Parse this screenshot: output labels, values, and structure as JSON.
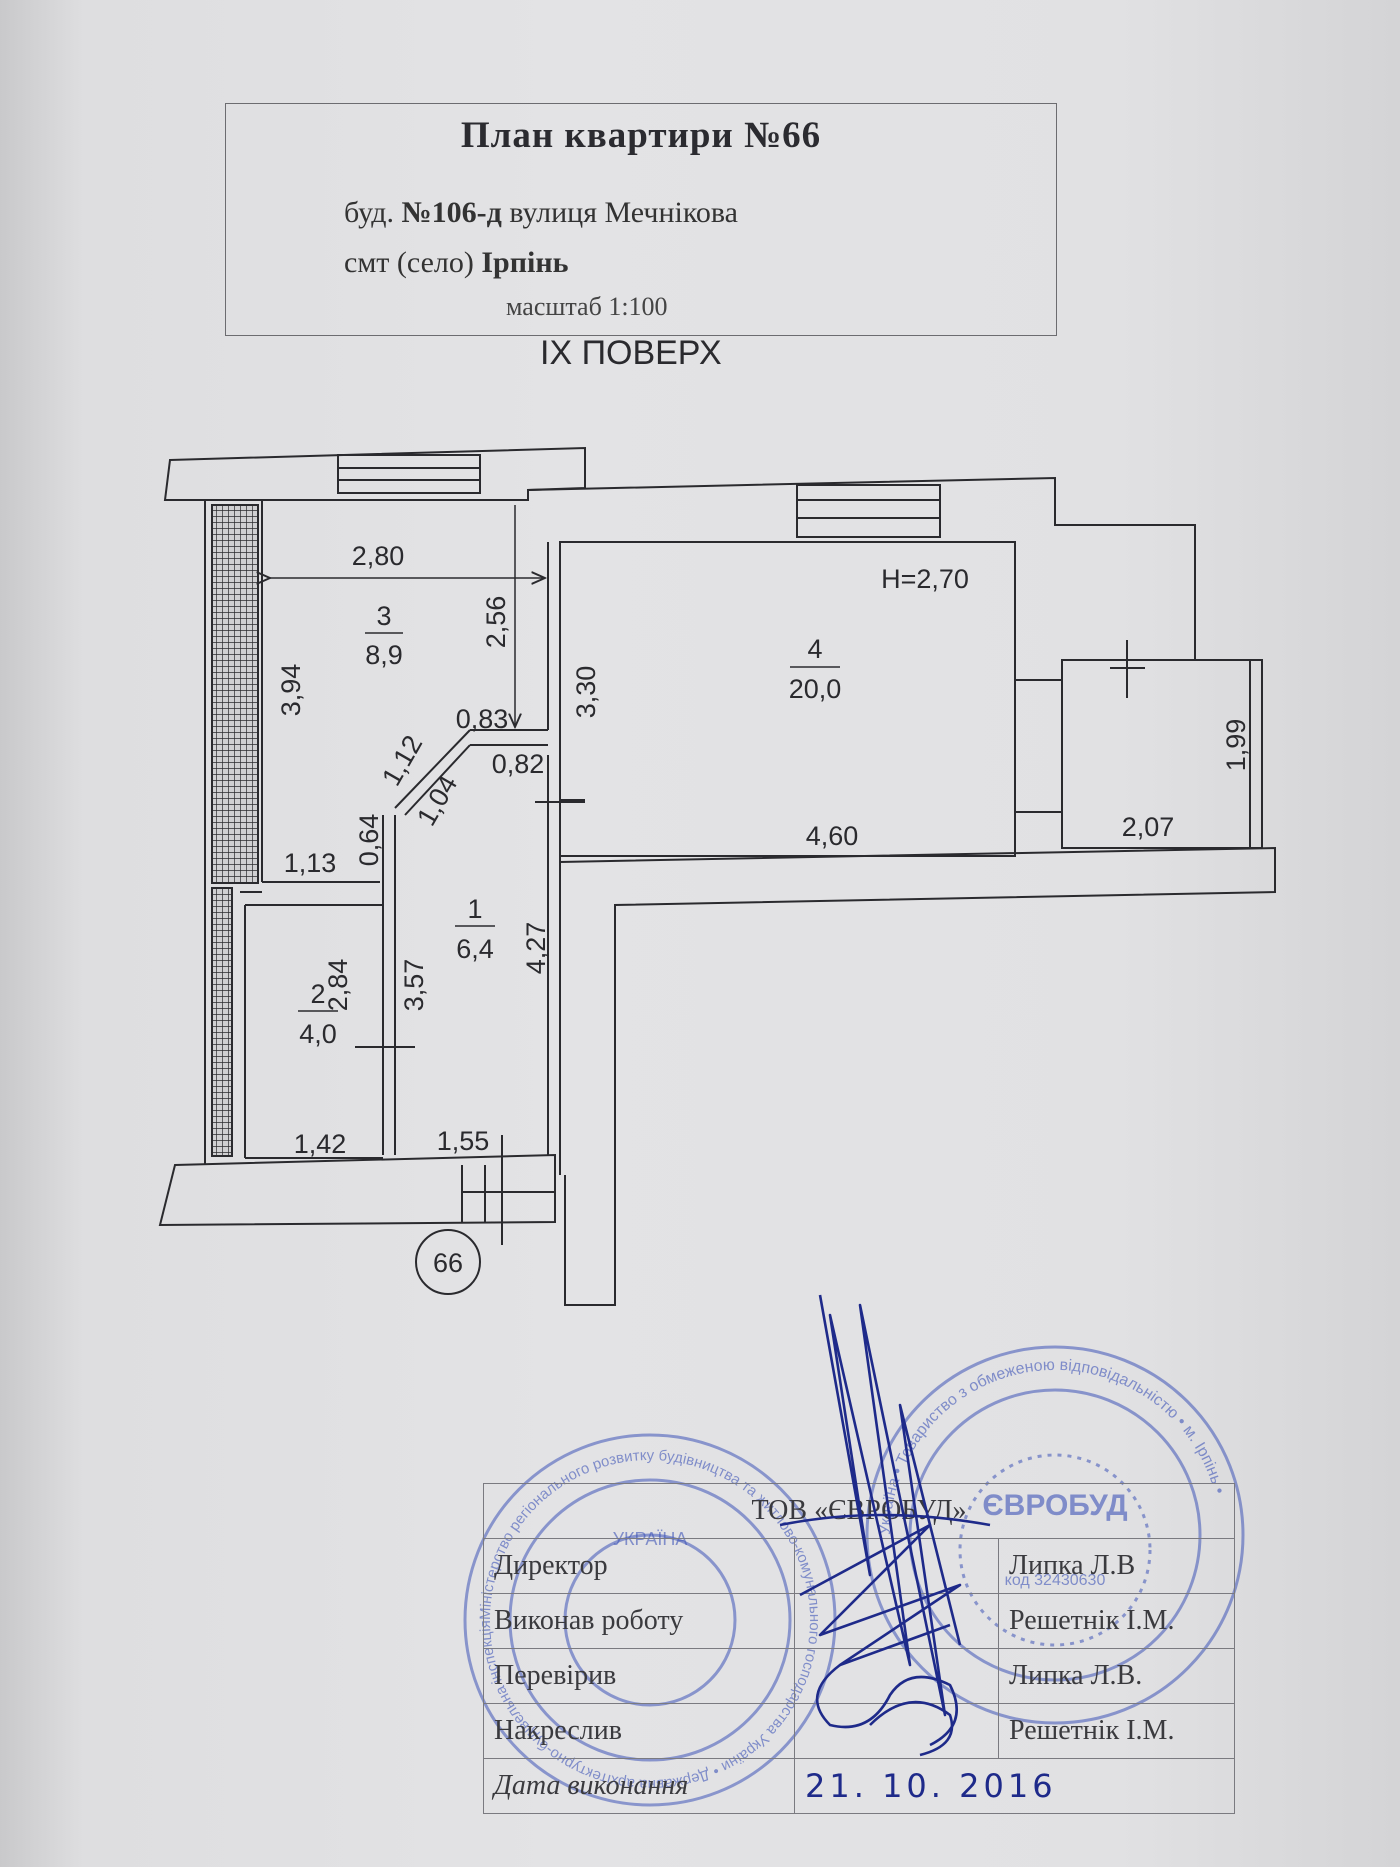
{
  "header": {
    "title": "План квартири №66",
    "address_prefix": "буд.",
    "address_number": "№106-д",
    "address_street": "вулиця Мечнікова",
    "town_prefix": "смт (село)",
    "town_name": "Ірпінь",
    "scale": "масштаб 1:100"
  },
  "floor_label": "ІХ ПОВЕРХ",
  "plan": {
    "ceiling_height": "H=2,70",
    "apartment_marker": "66",
    "rooms": [
      {
        "number": "3",
        "area": "8,9"
      },
      {
        "number": "4",
        "area": "20,0"
      },
      {
        "number": "1",
        "area": "6,4"
      },
      {
        "number": "2",
        "area": "4,0"
      }
    ],
    "dimensions": {
      "d_280": "2,80",
      "d_394": "3,94",
      "d_256": "2,56",
      "d_330": "3,30",
      "d_083": "0,83",
      "d_082": "0,82",
      "d_112": "1,12",
      "d_104": "1,04",
      "d_064": "0,64",
      "d_113": "1,13",
      "d_460": "4,60",
      "d_207": "2,07",
      "d_199": "1,99",
      "d_284": "2,84",
      "d_357": "3,57",
      "d_427": "4,27",
      "d_142": "1,42",
      "d_155": "1,55"
    }
  },
  "sign_table": {
    "company": "ТОВ «ЄВРОБУД»",
    "rows": [
      {
        "role": "Директор",
        "name": "Липка Л.В"
      },
      {
        "role": "Виконав роботу",
        "name": "Решетнік І.М."
      },
      {
        "role": "Перевірив",
        "name": "Липка Л.В."
      },
      {
        "role": "Накреслив",
        "name": "Решетнік І.М."
      }
    ],
    "date_label": "Дата виконання",
    "date_value": "21. 10. 2016"
  },
  "stamps": {
    "left_text": "Міністерство регіонального розвитку будівництва та житлово-комунального господарства України • Державна архітектурно-будівельна інспекція •",
    "left_center": "УКРАЇНА",
    "right_text": "Україна • Товариство з обмеженою відповідальністю • м. Ірпінь •",
    "right_center": "ЄВРОБУД",
    "right_code": "код 32430630"
  },
  "colors": {
    "paper": "#e3e3e5",
    "ink": "#2a2a2e",
    "stamp": "#3f55b8",
    "signature": "#1e2a8a"
  }
}
